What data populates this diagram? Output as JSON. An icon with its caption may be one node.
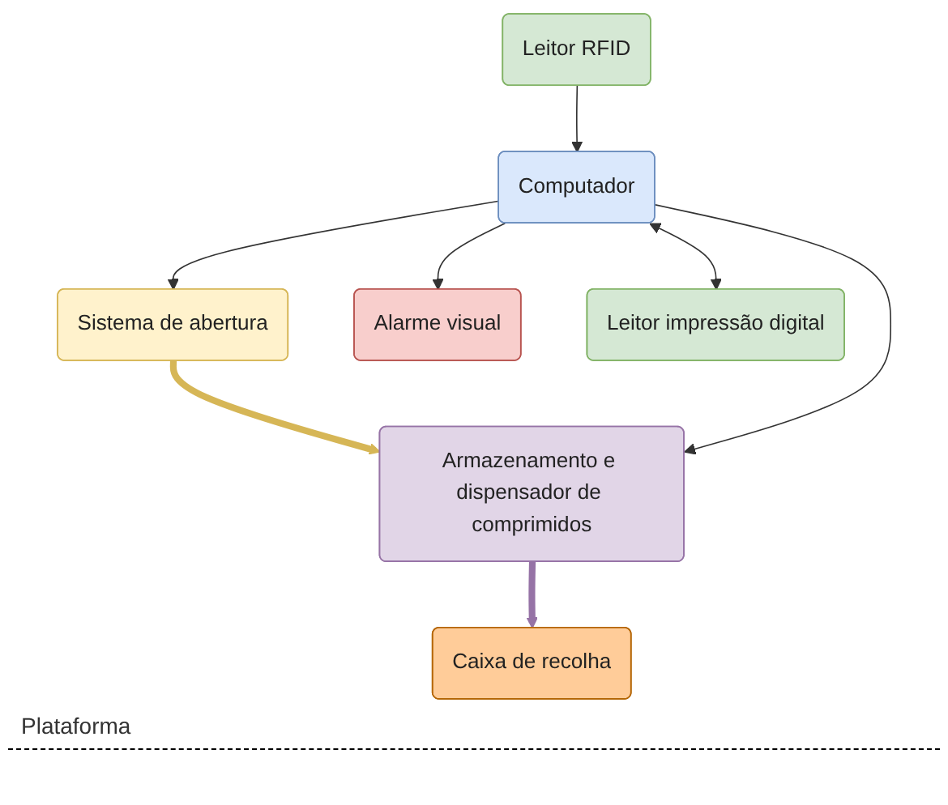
{
  "diagram": {
    "nodes": [
      {
        "text": [
          "Computador"
        ]
      },
      {
        "text": [
          "Sistema de abertura"
        ]
      },
      {
        "text": [
          "Armazenamento e dispensador de comprimidos"
        ]
      },
      {
        "text": [
          "Alarme visual"
        ]
      },
      {
        "text": [
          "Leitor RFID"
        ]
      },
      {
        "text": [
          "Leitor impressão digital"
        ]
      },
      {
        "text": [
          "Caixa de recolha"
        ]
      }
    ],
    "edges": [
      {
        "from": 0,
        "to": 1,
        "arrow": "to"
      },
      {
        "from": 1,
        "to": 2,
        "arrow": "to",
        "style": "thick",
        "color": "#d6b656"
      },
      {
        "from": 0,
        "to": 2,
        "arrow": "to"
      },
      {
        "from": 4,
        "to": 0,
        "arrow": "to"
      },
      {
        "from": 0,
        "to": 5,
        "arrow": "both"
      },
      {
        "from": 0,
        "to": 3,
        "arrow": "to"
      },
      {
        "from": 2,
        "to": 6,
        "arrow": "to",
        "style": "thick",
        "color": "#9673a6"
      }
    ],
    "labels": [
      "Plataforma"
    ]
  }
}
